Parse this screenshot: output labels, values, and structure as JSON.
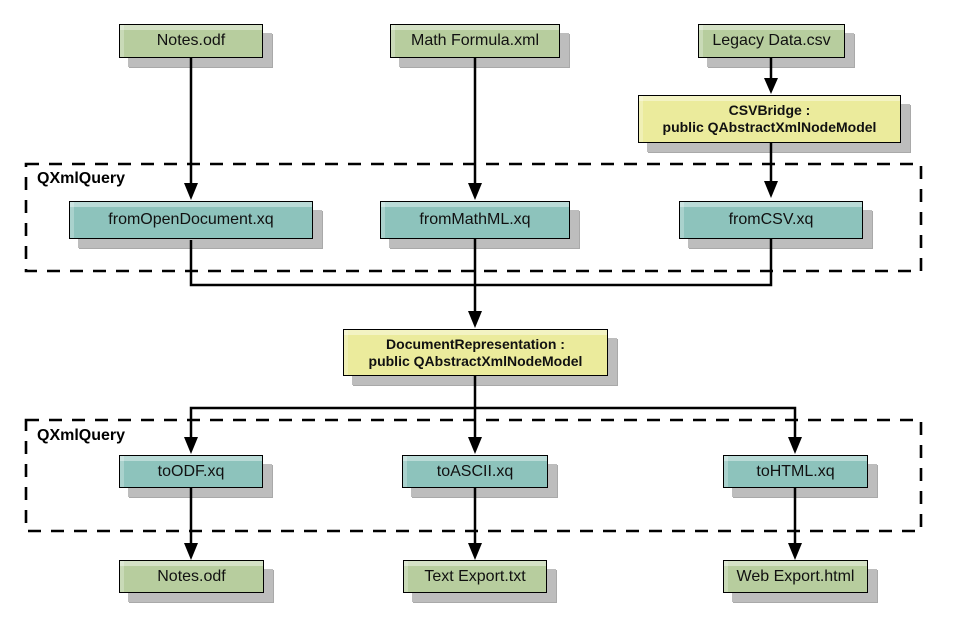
{
  "diagram": {
    "groups": [
      {
        "label": "QXmlQuery"
      },
      {
        "label": "QXmlQuery"
      }
    ],
    "nodes": {
      "source_notes": {
        "label": "Notes.odf"
      },
      "source_math": {
        "label": "Math Formula.xml"
      },
      "source_legacy": {
        "label": "Legacy Data.csv"
      },
      "csv_bridge": {
        "line1": "CSVBridge :",
        "line2": "public QAbstractXmlNodeModel"
      },
      "from_opendocument": {
        "label": "fromOpenDocument.xq"
      },
      "from_mathml": {
        "label": "fromMathML.xq"
      },
      "from_csv": {
        "label": "fromCSV.xq"
      },
      "document_representation": {
        "line1": "DocumentRepresentation :",
        "line2": "public QAbstractXmlNodeModel"
      },
      "to_odf": {
        "label": "toODF.xq"
      },
      "to_ascii": {
        "label": "toASCII.xq"
      },
      "to_html": {
        "label": "toHTML.xq"
      },
      "out_notes": {
        "label": "Notes.odf"
      },
      "out_text": {
        "label": "Text Export.txt"
      },
      "out_web": {
        "label": "Web Export.html"
      }
    },
    "colors": {
      "document_fill": "#b7cd9e",
      "query_fill": "#8dc3bc",
      "model_fill": "#ebeb9c",
      "shadow": "#bdbdbd",
      "line": "#000000",
      "background": "#ffffff"
    }
  }
}
